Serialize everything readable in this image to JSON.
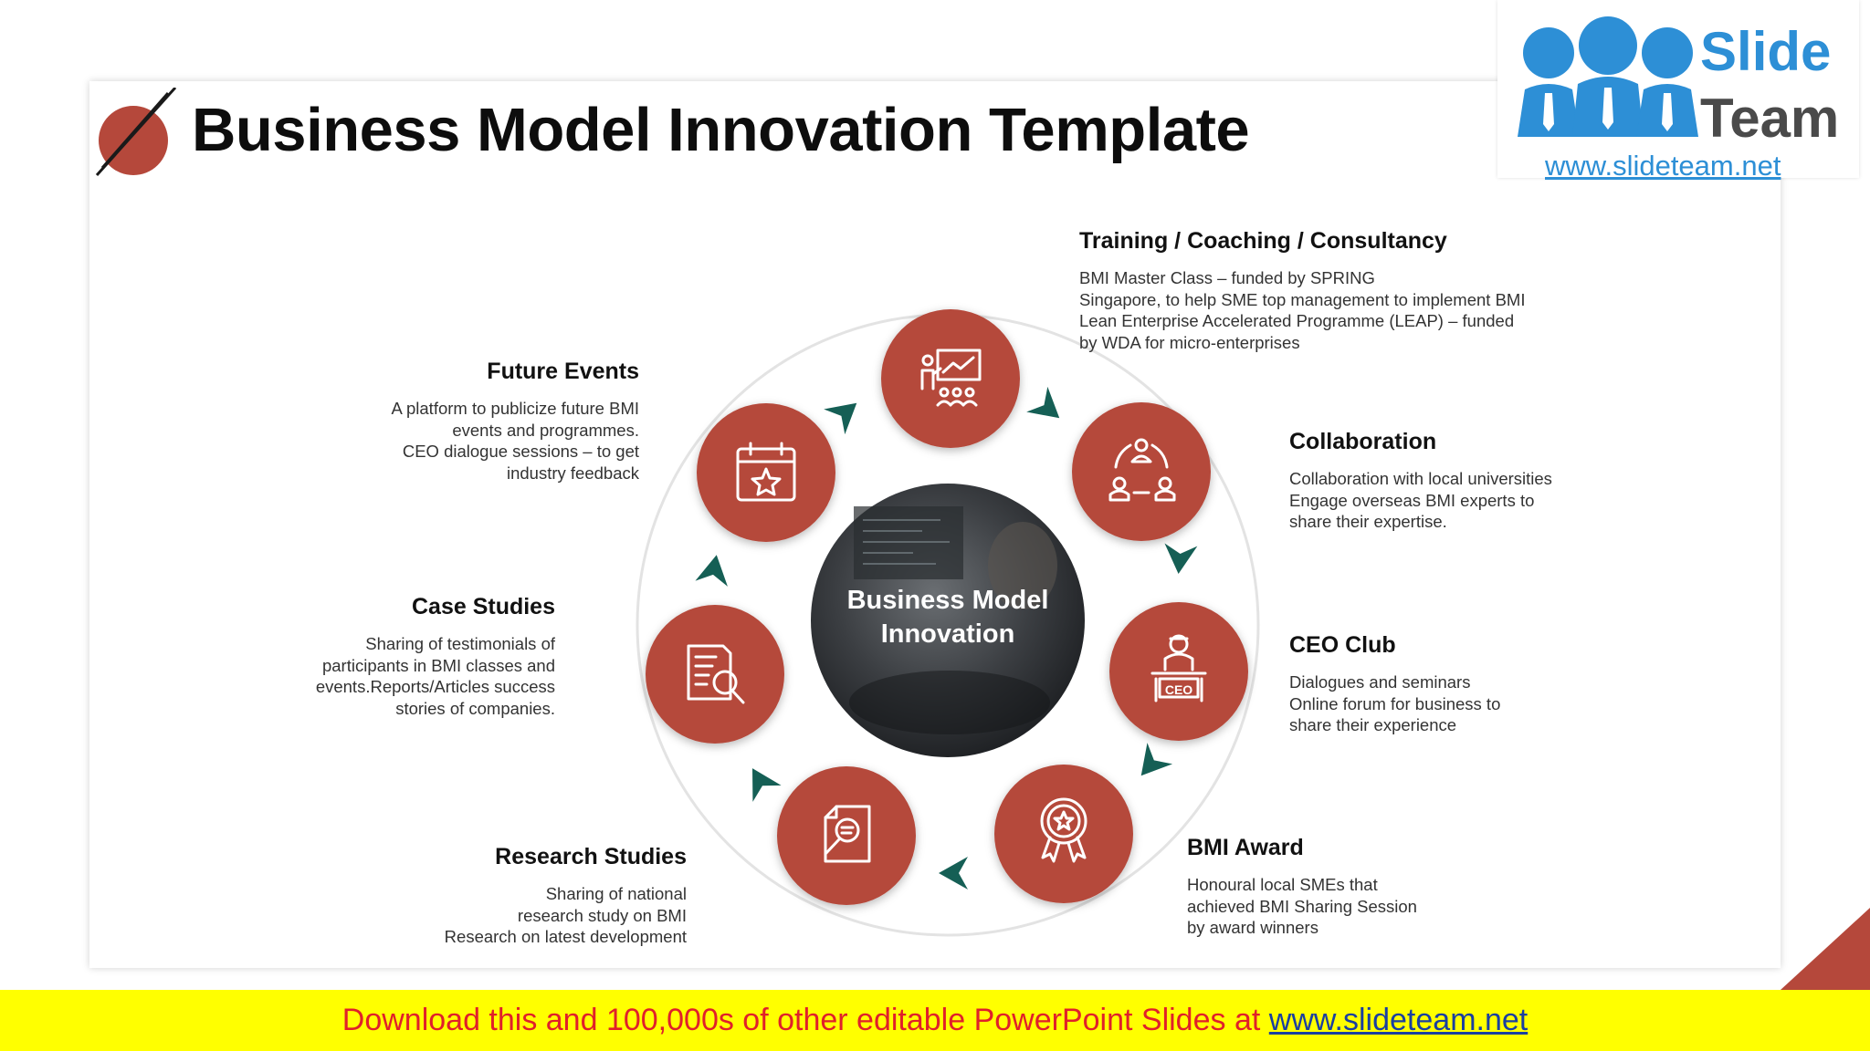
{
  "title": "Business Model Innovation Template",
  "center": {
    "line1": "Business Model",
    "line2": "Innovation"
  },
  "colors": {
    "circle": "#b5483b",
    "arrow": "#155f55",
    "banner_bg": "#ffff00",
    "banner_text": "#e0202a"
  },
  "logo": {
    "word1": "Slide",
    "word2": "Team",
    "url": "www.slideteam.net"
  },
  "banner": {
    "text": "Download this and 100,000s of other editable PowerPoint Slides at ",
    "link": "www.slideteam.net"
  },
  "items": {
    "training": {
      "title": "Training / Coaching / Consultancy",
      "icon": "presentation-icon",
      "text": "BMI Master Class – funded by SPRING\n Singapore, to help SME top management to implement BMI\nLean Enterprise Accelerated Programme (LEAP) – funded\nby WDA for micro-enterprises"
    },
    "collaboration": {
      "title": "Collaboration",
      "icon": "team-cycle-icon",
      "text": "Collaboration with local universities\nEngage overseas BMI experts to\nshare their expertise."
    },
    "ceo_club": {
      "title": "CEO Club",
      "icon": "ceo-desk-icon",
      "icon_label": "CEO",
      "text": "Dialogues and seminars\nOnline forum for business to\nshare their experience"
    },
    "bmi_award": {
      "title": "BMI Award",
      "icon": "award-badge-icon",
      "text": "Honoural local SMEs that\n achieved BMI Sharing Session\n by award winners"
    },
    "research": {
      "title": "Research Studies",
      "icon": "document-search-icon",
      "text": "Sharing of national\nresearch study on BMI\nResearch on latest development"
    },
    "case_studies": {
      "title": "Case Studies",
      "icon": "report-magnifier-icon",
      "text": "Sharing of testimonials of\nparticipants in BMI classes  and\nevents.Reports/Articles success\nstories of companies."
    },
    "future_events": {
      "title": "Future Events",
      "icon": "calendar-star-icon",
      "text": "A platform to publicize future BMI\nevents and programmes.\nCEO dialogue sessions – to get\nindustry feedback"
    }
  }
}
